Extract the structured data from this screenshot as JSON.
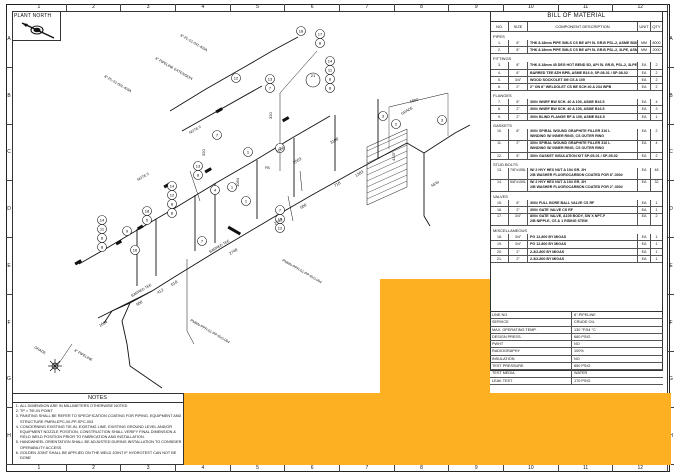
{
  "frame": {
    "zones_horizontal": [
      "1",
      "2",
      "3",
      "4",
      "5",
      "6",
      "7",
      "8",
      "9",
      "10",
      "11",
      "12"
    ],
    "zones_vertical": [
      "A",
      "B",
      "C",
      "D",
      "E",
      "F",
      "G",
      "H"
    ]
  },
  "north": {
    "label": "PLANT NORTH",
    "icon": "north-arrow-icon"
  },
  "bom": {
    "title": "BILL OF MATERIAL",
    "headers": {
      "no": "NO.",
      "size": "SIZE",
      "desc": "COMPONENT DESCRIPTION",
      "unit": "UNIT",
      "qty": "QTY"
    },
    "categories": [
      {
        "name": "PIPES",
        "items": [
          {
            "no": "1.",
            "size": "8\"",
            "desc": "THK 8.18mm PIPE SMLS CS BE API 5L GR.B PSL-2, ASME B36.10",
            "unit": "MM",
            "qty": "8000"
          },
          {
            "no": "2.",
            "size": "8\"",
            "desc": "THK 8.18mm PIPE SMLS CS BE API 5L GR.B PSL-2, 3LPE, ASME B36.10",
            "unit": "MM",
            "qty": "2000"
          }
        ]
      },
      {
        "name": "FITTINGS",
        "items": [
          {
            "no": "3.",
            "size": "8\"",
            "desc": "THK 8.18mm 45 DEG HOT BEND 5D, API 5L GR.B, PSL-2, 3LPE, ASME B36.10",
            "unit": "EA",
            "qty": "2"
          },
          {
            "no": "4.",
            "size": "8\"",
            "desc": "BARRED TEE 8ZH BPB, ASME B16.9, SP-08-01 / SP-08-02",
            "unit": "EA",
            "qty": "2"
          },
          {
            "no": "5.",
            "size": "3/4\"",
            "desc": "WOOD SOCKOLET 3M CS A 105",
            "unit": "EA",
            "qty": "2"
          },
          {
            "no": "6.",
            "size": "2\"",
            "desc": "2\" ON 8\" WELDOLET CS BE SCH 40 A 234 WPB",
            "unit": "EA",
            "qty": "2"
          }
        ]
      },
      {
        "name": "FLANGES",
        "items": [
          {
            "no": "7.",
            "size": "8\"",
            "desc": "300# WNRF BW SCH. 40 A 105, ASME B16.5",
            "unit": "EA",
            "qty": "4"
          },
          {
            "no": "8.",
            "size": "2\"",
            "desc": "300# WNRF BW SCH. 40 A 105, ASME B16.5",
            "unit": "EA",
            "qty": "3"
          },
          {
            "no": "9.",
            "size": "2\"",
            "desc": "300# BLIND FLANGE RF A 105, ASME B16.5",
            "unit": "EA",
            "qty": "1"
          }
        ]
      },
      {
        "name": "GASKETS",
        "items": [
          {
            "no": "10.",
            "size": "8\"",
            "desc": "300# SPIRAL WOUND GRAPHITE FILLER 316 L",
            "desc2": "WINDING W/ INNER RING, CS OUTER RING",
            "unit": "EA",
            "qty": "2"
          },
          {
            "no": "11.",
            "size": "2\"",
            "desc": "300# SPIRAL WOUND GRAPHITE FILLER 316 L",
            "desc2": "WINDING W/ INNER RING, CS OUTER RING",
            "unit": "EA",
            "qty": "4"
          },
          {
            "no": "12.",
            "size": "8\"",
            "desc": "300# GASKET INSULATION KIT SP-05-01 / SP-05-02",
            "unit": "EA",
            "qty": "2"
          }
        ]
      },
      {
        "name": "STUD BOLTS",
        "items": [
          {
            "no": "13.",
            "size": "7/8\"x155L",
            "desc": "W/ 2 HVY HEX NUT A 194 GR. 2H",
            "desc2": "2/B WASHER FLUOROCARBON COATED FOR 8\"-300#",
            "unit": "EA",
            "qty": "48"
          },
          {
            "no": "14.",
            "size": "5/8\"x100L",
            "desc": "W/ 2 HVY HEX NUT A 194 GR. 2H",
            "desc2": "2/B WASHER FLUOROCARBON COATED FOR 2\"-300#",
            "unit": "EA",
            "qty": "32"
          }
        ]
      },
      {
        "name": "VALVES",
        "items": [
          {
            "no": "15.",
            "size": "8\"",
            "desc": "300# FULL BORE BALL VALVE CS RF",
            "unit": "EA",
            "qty": "1"
          },
          {
            "no": "16.",
            "size": "2\"",
            "desc": "300# GATE VALVE CS RF",
            "unit": "EA",
            "qty": "1"
          },
          {
            "no": "17.",
            "size": "3/4\"",
            "desc": "800# GATE VALVE, A105 BODY, SW X NPT-F",
            "desc2": "2/B NIPPLE, CS & 1 RISING STEM",
            "unit": "EA",
            "qty": "2"
          }
        ]
      },
      {
        "name": "MISCELLANEOUS",
        "items": [
          {
            "no": "18.",
            "size": "3/4\"",
            "desc": "PG 12-800 BY MIGAS",
            "unit": "EA",
            "qty": "1"
          },
          {
            "no": "19.",
            "size": "3/4\"",
            "desc": "PG 12-800 BY MIGAS",
            "unit": "EA",
            "qty": "1"
          },
          {
            "no": "20.",
            "size": "2\"",
            "desc": "2-3/2-800 BY MIGAS",
            "unit": "EA",
            "qty": "1"
          },
          {
            "no": "21.",
            "size": "2\"",
            "desc": "2-3/2-800 BY MIGAS",
            "unit": "EA",
            "qty": "1"
          }
        ]
      }
    ]
  },
  "spec": [
    {
      "k": "LINE NO.",
      "v": "8\"-PIPELINE"
    },
    {
      "k": "SERVICE",
      "v": "CRUDE OIL"
    },
    {
      "k": "MAX. OPERATING TEMP.",
      "v": "130 °F/54 °C"
    },
    {
      "k": "DESIGN PRESS.",
      "v": "680 PSIG"
    },
    {
      "k": "PWHT",
      "v": "NO"
    },
    {
      "k": "RADIOGRAPHY",
      "v": "100%"
    },
    {
      "k": "INSULATION",
      "v": "NO"
    },
    {
      "k": "TEST PRESSURE",
      "v": "850 PSIG"
    },
    {
      "k": "TEST MEDIA",
      "v": "WATER"
    },
    {
      "k": "LEAK TEST",
      "v": "170 PSIG"
    }
  ],
  "notes": {
    "title": "NOTES",
    "items": [
      "ALL DIMENSION ARE IN MILLIMETERS OTHERWISE NOTED",
      "TP = TIE-IN POINT",
      "PAINTING SHALL BE REFER TO SPECIFICATION COATING FOR PIPING, EQUIPMENT AND STRUCTURE PMRN-EPC-00-PP-SPC-003",
      "CONCERNING EXISTING TIE-IN, EXISTING LINE, EXISTING GROUND LEVEL AND/OR EQUIPMENT NOZZLE POSITION, CONSTRUCTION SHALL VERIFY FINAL DIMENSION & FIELD WELD POSITION PRIOR TO FABRICATION AND INSTALLATION.",
      "HANDWHEEL ORIENTATION SHALL BE ADJUSTED DURING INSTALLATION TO CONSIDER OPERABILITY ACCESS",
      "GOLDEN JOINT SHALL BE APPLIED ON THE WELD JOINT IF HYDROTEST CAN NOT BE DONE"
    ]
  },
  "drawing": {
    "dims": [
      "1064",
      "500",
      "412",
      "618",
      "2748",
      "2743",
      "500",
      "718",
      "1383",
      "4137",
      "1800",
      "1064",
      "1000",
      "320",
      "320",
      "2563",
      "3100"
    ],
    "callouts": [
      "18",
      "17",
      "8",
      "14",
      "11",
      "8",
      "8",
      "3",
      "2",
      "3",
      "12",
      "7",
      "13",
      "7",
      "1",
      "12",
      "14",
      "13",
      "8",
      "8",
      "21",
      "1",
      "4",
      "1",
      "7",
      "10",
      "12",
      "18",
      "5",
      "19",
      "14",
      "11",
      "8",
      "8",
      "9",
      "16",
      "1",
      "7"
    ],
    "line_labels": [
      "8\"-PL-01-041-403A",
      "8\" PIPELINE EXTENSION",
      "8\"-PL-01-001-403A",
      "PMRN-PPR-01-PP-ISO-004",
      "8\" PIPELINE"
    ],
    "text_labels": {
      "note5a": "NOTE 5",
      "note5b": "NOTE 5",
      "barred_tee_1": "BARRED TEE",
      "barred_tee_2": "BARRED TEE",
      "grade": "GRADE",
      "grade2": "GRADE",
      "new": "NEW",
      "fb": "FB",
      "tp": "TP"
    }
  },
  "redactions": {
    "color": "#fdb022"
  }
}
